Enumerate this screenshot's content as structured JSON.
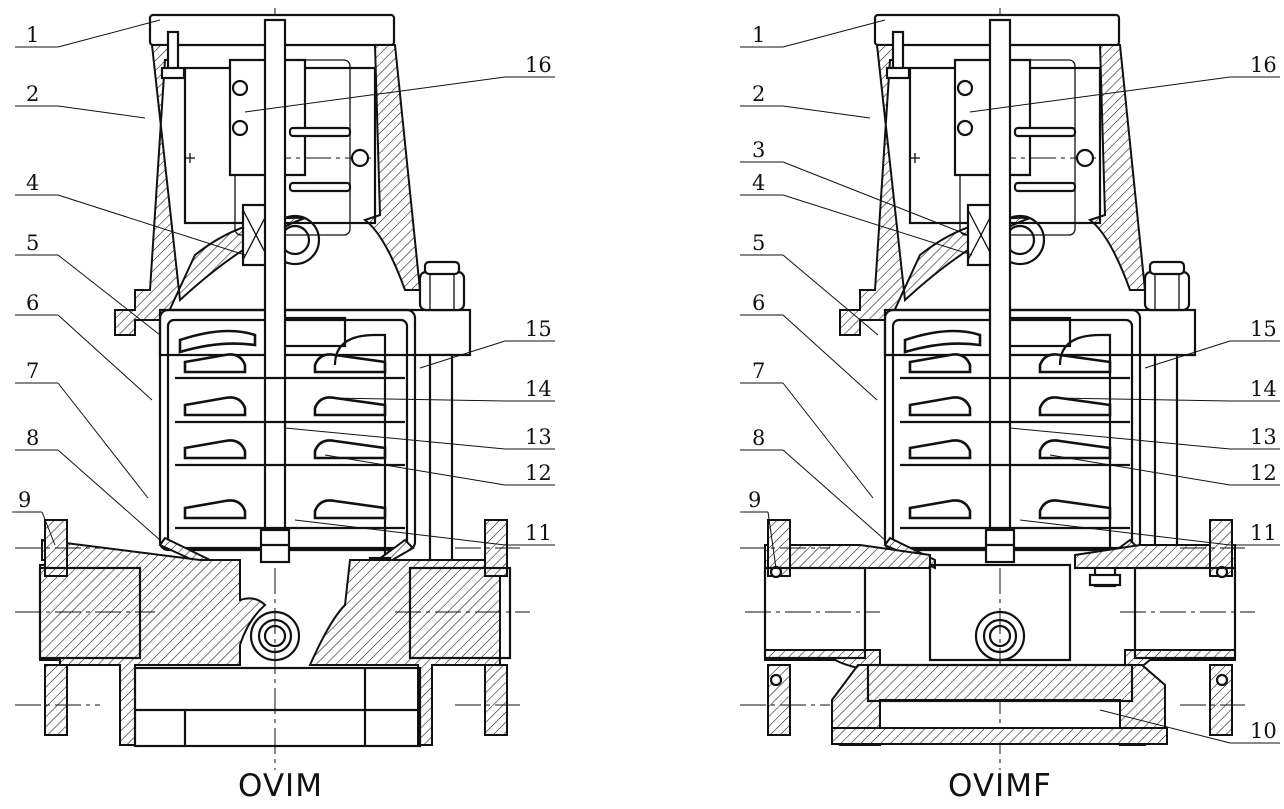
{
  "figures": [
    {
      "caption": "OVIM",
      "labels_left": [
        "1",
        "2",
        "4",
        "5",
        "6",
        "7",
        "8",
        "9"
      ],
      "labels_right": [
        "16",
        "15",
        "14",
        "13",
        "12",
        "11"
      ]
    },
    {
      "caption": "OVIMF",
      "labels_left": [
        "1",
        "2",
        "3",
        "4",
        "5",
        "6",
        "7",
        "8",
        "9"
      ],
      "labels_right": [
        "16",
        "15",
        "14",
        "13",
        "12",
        "11",
        "10"
      ]
    }
  ]
}
